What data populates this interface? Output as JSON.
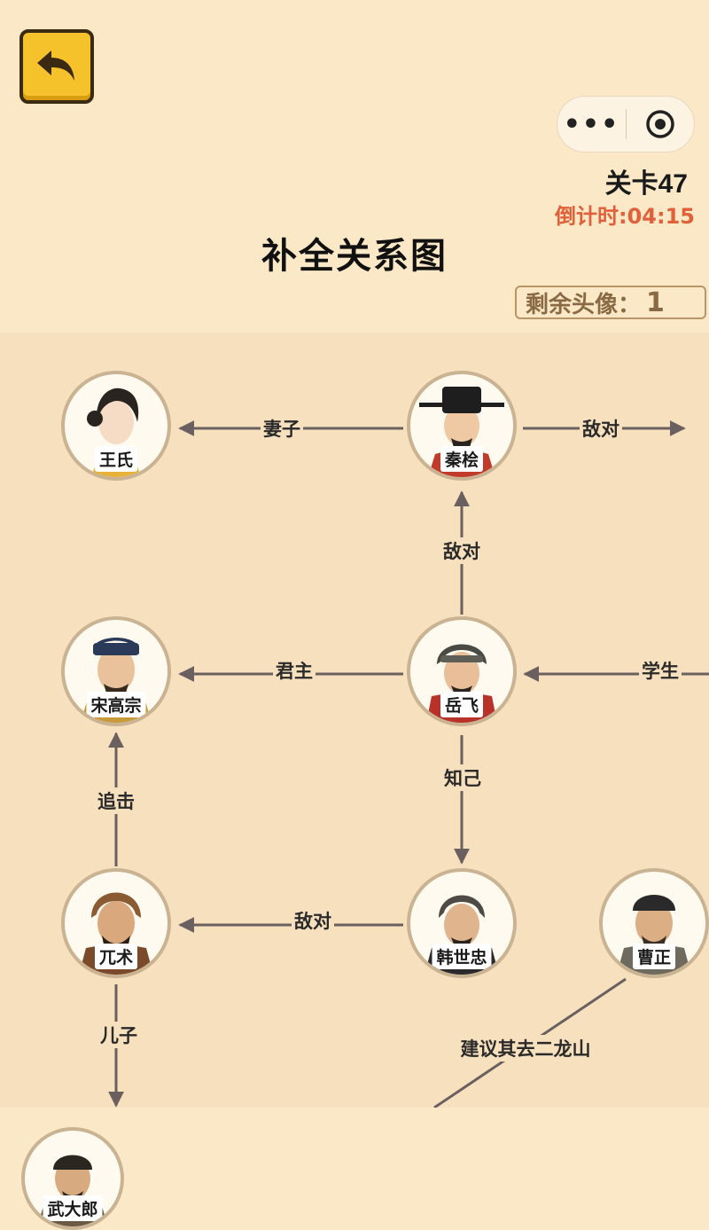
{
  "header": {
    "level": "关卡47",
    "countdown": "倒计时:04:15",
    "title": "补全关系图",
    "remaining_label": "剩余头像：",
    "remaining_count": "1",
    "more_glyph": "•••"
  },
  "icons": {
    "back": "undo-arrow-icon",
    "more": "more-dots-icon",
    "close": "target-circle-icon"
  },
  "colors": {
    "accent_yellow": "#f6c22b",
    "countdown_red": "#e0603a",
    "board_bg": "#f7e0bd",
    "line": "#6b6060"
  },
  "characters": {
    "wang": "王氏",
    "qin": "秦桧",
    "gaozong": "宋高宗",
    "yuefei": "岳飞",
    "wuzhu": "兀术",
    "han": "韩世忠",
    "cao": "曹正",
    "wudalang": "武大郎"
  },
  "relations": {
    "qin_wang": "妻子",
    "qin_right": "敌对",
    "yue_qin": "敌对",
    "yue_gaozong": "君主",
    "right_yue": "学生",
    "yue_han": "知己",
    "wuzhu_gaozong": "追击",
    "han_wuzhu": "敌对",
    "wuzhu_down": "儿子",
    "cao_down": "建议其去二龙山"
  }
}
